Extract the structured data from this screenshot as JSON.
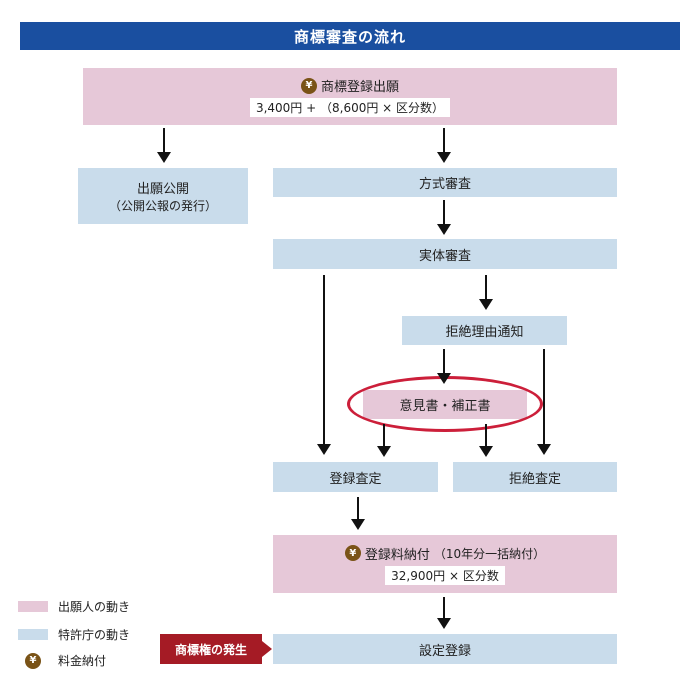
{
  "title": "商標審査の流れ",
  "application": {
    "label": "商標登録出願",
    "fee": "3,400円 + （8,600円 × 区分数）"
  },
  "publication": {
    "label": "出願公開",
    "note": "（公開公報の発行）"
  },
  "formality": "方式審査",
  "substantive": "実体審査",
  "refusal_notice": "拒絶理由通知",
  "response": "意見書・補正書",
  "decision_registration": "登録査定",
  "decision_refusal": "拒絶査定",
  "registration_fee": {
    "label": "登録料納付",
    "note": "（10年分一括納付）",
    "fee": "32,900円 × 区分数"
  },
  "setting_registration": "設定登録",
  "rights_badge": "商標権の発生",
  "yen_symbol": "¥",
  "legend": {
    "applicant": "出願人の動き",
    "office": "特許庁の動き",
    "fee": "料金納付"
  },
  "colors": {
    "title_bar": "#1a4fa0",
    "applicant_pink": "#e6c8d8",
    "office_blue": "#c9dceb",
    "highlight_red": "#cc1f3a",
    "badge_red": "#a51b25",
    "yen_brown": "#7a5317"
  }
}
